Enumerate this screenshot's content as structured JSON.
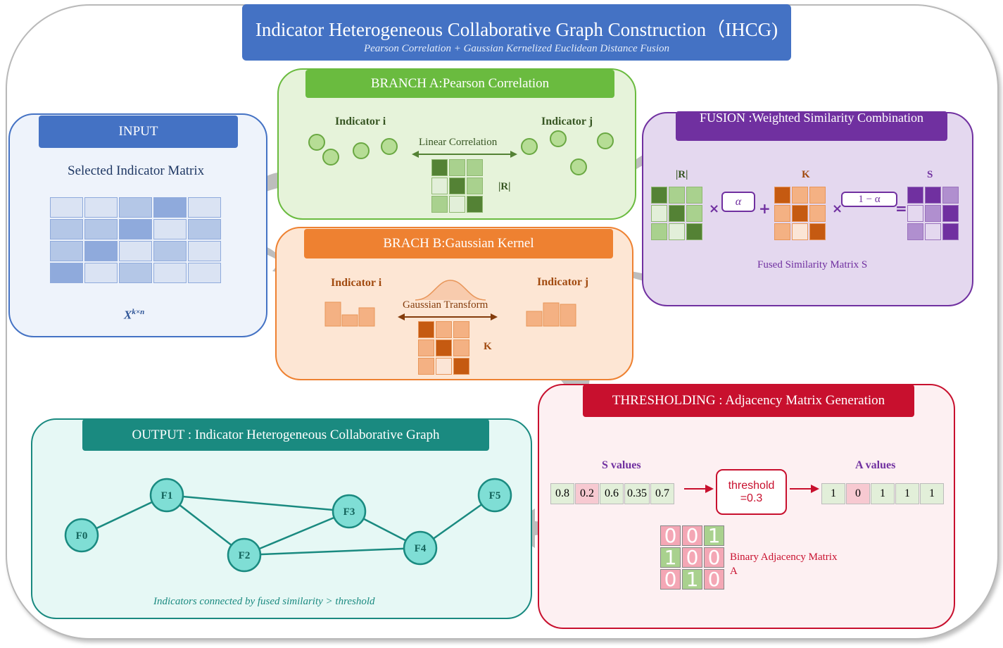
{
  "title": {
    "main": "Indicator Heterogeneous Collaborative Graph Construction（IHCG)",
    "subtitle": "Pearson Correlation + Gaussian Kernelized Euclidean Distance Fusion"
  },
  "input": {
    "header": "INPUT",
    "label": "Selected Indicator Matrix",
    "formula": "X",
    "formula_sup": "k×n"
  },
  "branch_a": {
    "header": "BRANCH A:Pearson Correlation",
    "indicator_i": "Indicator i",
    "indicator_j": "Indicator j",
    "correlation_label": "Linear Correlation",
    "matrix_label": "|R|"
  },
  "branch_b": {
    "header": "BRACH B:Gaussian Kernel",
    "indicator_i": "Indicator i",
    "indicator_j": "Indicator j",
    "transform_label": "Gaussian Transform",
    "matrix_label": "K"
  },
  "fusion": {
    "header": "FUSION :Weighted Similarity Combination",
    "r_label": "|R|",
    "k_label": "K",
    "s_label": "S",
    "alpha": "α",
    "one_minus_alpha": "1 − α",
    "times": "×",
    "plus": "+",
    "equals": "=",
    "caption": "Fused Similarity Matrix S"
  },
  "thresholding": {
    "header": "THRESHOLDING : Adjacency Matrix Generation",
    "s_values_label": "S values",
    "a_values_label": "A values",
    "s_values": [
      "0.8",
      "0.2",
      "0.6",
      "0.35",
      "0.7"
    ],
    "a_values": [
      "1",
      "0",
      "1",
      "1",
      "1"
    ],
    "threshold_line1": "threshold",
    "threshold_line2": "=0.3",
    "binary_matrix": [
      [
        "0",
        "0",
        "1"
      ],
      [
        "1",
        "0",
        "0"
      ],
      [
        "0",
        "1",
        "0"
      ]
    ],
    "binary_label_line1": "Binary Adjacency Matrix",
    "binary_label_line2": "A"
  },
  "output": {
    "header": "OUTPUT : Indicator Heterogeneous Collaborative Graph",
    "nodes": [
      "F0",
      "F1",
      "F2",
      "F3",
      "F4",
      "F5"
    ],
    "caption": "Indicators connected by fused similarity > threshold"
  },
  "colors": {
    "blue": "#4472c4",
    "green": "#6abb3f",
    "orange": "#ee8131",
    "purple": "#7030a0",
    "red": "#c8102e",
    "teal": "#1a8a80"
  }
}
